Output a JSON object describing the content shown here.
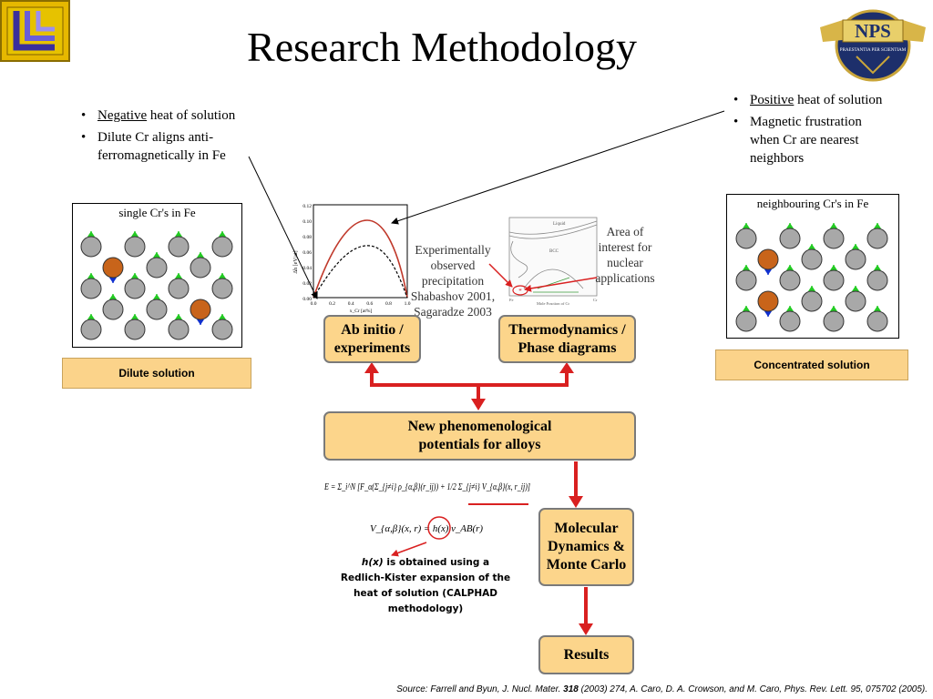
{
  "title": "Research Methodology",
  "left_panel": {
    "bullets": [
      {
        "underlined": "Negative",
        "text": " heat of solution"
      },
      {
        "underlined": "",
        "text": "Dilute Cr aligns anti-ferromagnetically in Fe"
      }
    ],
    "lattice_caption": "single Cr's in Fe",
    "label": "Dilute solution"
  },
  "right_panel": {
    "bullets": [
      {
        "underlined": "Positive",
        "text": " heat of solution"
      },
      {
        "underlined": "",
        "text": "Magnetic frustration when Cr are nearest neighbors"
      }
    ],
    "lattice_caption": "neighbouring Cr's in Fe",
    "label": "Concentrated solution"
  },
  "plot": {
    "ylabel": "Δh [eV/at]",
    "xlabel": "x_Cr [at%]",
    "y_ticks": [
      "0.12",
      "0.10",
      "0.08",
      "0.06",
      "0.04",
      "0.02",
      "0.00"
    ],
    "x_ticks": [
      "0.0",
      "0.2",
      "0.4",
      "0.6",
      "0.8",
      "1.0"
    ]
  },
  "phase_diagram": {
    "label_liquid": "Liquid",
    "label_bcc": "BCC",
    "xlabel": "Mole Fraction of Cr",
    "x_left": "Fe",
    "x_right": "Cr"
  },
  "notes": {
    "experimental_lines": [
      "Experimentally",
      "observed",
      "precipitation",
      "Shabashov 2001,",
      "Sagaradze 2003"
    ],
    "area_lines": [
      "Area of",
      "interest for",
      "nuclear",
      "applications"
    ]
  },
  "flow": {
    "ab_initio": [
      "Ab initio /",
      "experiments"
    ],
    "thermo": [
      "Thermodynamics /",
      "Phase diagrams"
    ],
    "potentials": [
      "New phenomenological",
      "potentials for alloys"
    ],
    "md": [
      "Molecular",
      "Dynamics &",
      "Monte Carlo"
    ],
    "results": "Results"
  },
  "equations": {
    "energy": "E = Σ_i^N [F_α(Σ_{j≠i} ρ_{α,β}(r_ij)) + 1/2 Σ_{j≠i} V_{α,β}(x, r_ij)]",
    "pair": "V_{α,β}(x, r) = h(x) v_AB(r)"
  },
  "hx_note": {
    "lead": "h(x)",
    "lines": [
      " is obtained using a",
      "Redlich-Kister expansion of the",
      "heat of solution (CALPHAD",
      "methodology)"
    ]
  },
  "source": {
    "prefix": "Source: Farrell and Byun, J. Nucl. Mater. ",
    "bold": "318",
    "suffix": " (2003) 274, A. Caro, D. A. Crowson, and M. Caro, Phys. Rev. Lett. 95, 075702 (2005)."
  },
  "logos": {
    "right_text": "NPS",
    "right_motto": "PRAESTANTIA PER SCIENTIAM"
  },
  "colors": {
    "flow_fill": "#fcd58b",
    "label_fill": "#fbd38a",
    "arrow": "#d92020",
    "atom_fe": "#a8a8a8",
    "atom_cr": "#c8641a",
    "spin_up": "#22cc22",
    "spin_down": "#1030d0"
  }
}
